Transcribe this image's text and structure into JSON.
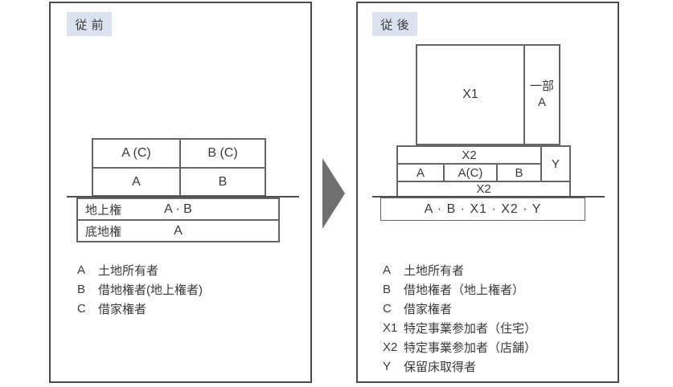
{
  "colors": {
    "label_bg": "#d9e2ee",
    "panel_border": "#4b4b4b",
    "box_border": "#666666",
    "text": "#3a3a3a",
    "arrow": "#6f6f6f"
  },
  "before": {
    "tag": "従前",
    "building": {
      "row1": [
        "A (C)",
        "B (C)"
      ],
      "row2": [
        "A",
        "B"
      ]
    },
    "rights": [
      {
        "label": "地上権",
        "value": "A · B"
      },
      {
        "label": "底地権",
        "value": "A"
      }
    ],
    "legend": [
      {
        "key": "A",
        "desc": "土地所有者"
      },
      {
        "key": "B",
        "desc": "借地権者(地上権者)"
      },
      {
        "key": "C",
        "desc": "借家権者"
      }
    ]
  },
  "after": {
    "tag": "従後",
    "tower": {
      "main": "X1",
      "side_line1": "一部",
      "side_line2": "A"
    },
    "podium": {
      "floor2": "X2",
      "y": "Y",
      "floor1": [
        "A",
        "A(C)",
        "B"
      ],
      "floor0": "X2"
    },
    "land": "A · B · X1 · X2 · Y",
    "legend": [
      {
        "key": "A",
        "desc": "土地所有者"
      },
      {
        "key": "B",
        "desc": "借地権者（地上権者）"
      },
      {
        "key": "C",
        "desc": "借家権者"
      },
      {
        "key": "X1",
        "desc": "特定事業参加者（住宅）"
      },
      {
        "key": "X2",
        "desc": "特定事業参加者（店舗）"
      },
      {
        "key": "Y",
        "desc": "保留床取得者"
      }
    ]
  }
}
